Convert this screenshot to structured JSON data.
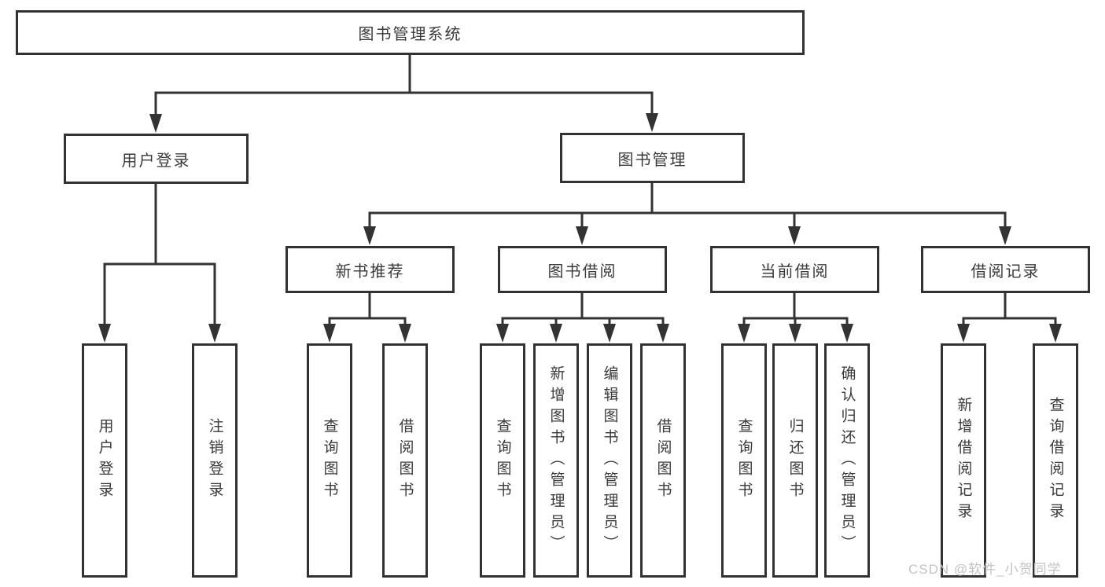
{
  "colors": {
    "line": "#333333",
    "box_border": "#323232",
    "text": "#3a3a3a",
    "watermark": "#c3c3c3"
  },
  "watermark": "CSDN @软件_小贺同学",
  "tree": {
    "root": {
      "label": "图书管理系统"
    },
    "branches": [
      {
        "label": "用户登录",
        "children": [
          {
            "label": "用户登录"
          },
          {
            "label": "注销登录"
          }
        ]
      },
      {
        "label": "图书管理",
        "children": [
          {
            "label": "新书推荐",
            "children": [
              {
                "label": "查询图书"
              },
              {
                "label": "借阅图书"
              }
            ]
          },
          {
            "label": "图书借阅",
            "children": [
              {
                "label": "查询图书"
              },
              {
                "label": "新增图书（管理员）"
              },
              {
                "label": "编辑图书（管理员）"
              },
              {
                "label": "借阅图书"
              }
            ]
          },
          {
            "label": "当前借阅",
            "children": [
              {
                "label": "查询图书"
              },
              {
                "label": "归还图书"
              },
              {
                "label": "确认归还（管理员）"
              }
            ]
          },
          {
            "label": "借阅记录",
            "children": [
              {
                "label": "新增借阅记录"
              },
              {
                "label": "查询借阅记录"
              }
            ]
          }
        ]
      }
    ]
  }
}
